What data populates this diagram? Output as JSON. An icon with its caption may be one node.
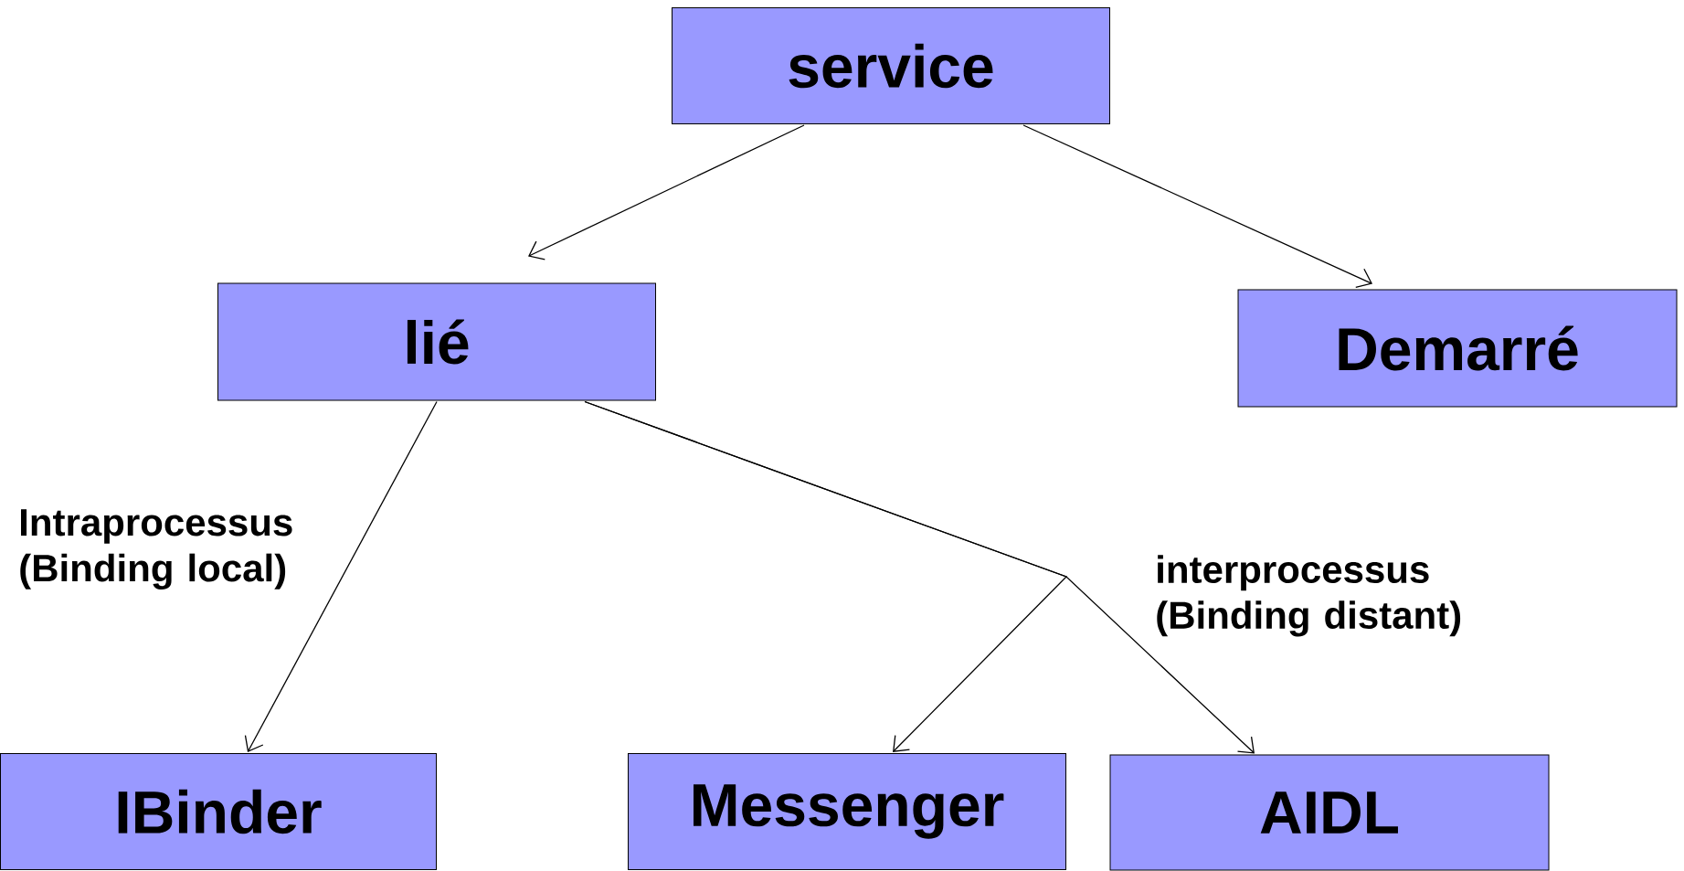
{
  "diagram": {
    "nodes": [
      {
        "text": [
          "service"
        ]
      },
      {
        "text": [
          "lié"
        ]
      },
      {
        "text": [
          "Demarré"
        ]
      },
      {
        "text": [
          "IBinder"
        ]
      },
      {
        "text": [
          "Messenger"
        ]
      },
      {
        "text": [
          "AIDL"
        ]
      }
    ],
    "edges": [
      {
        "from": 0,
        "to": 1,
        "arrow": "to"
      },
      {
        "from": 0,
        "to": 2,
        "arrow": "to"
      },
      {
        "from": 1,
        "to": 3,
        "arrow": "to",
        "label": "Intraprocessus (Binding local)"
      },
      {
        "from": 1,
        "to": 4,
        "arrow": "to"
      },
      {
        "from": 1,
        "to": 5,
        "arrow": "to",
        "label": "interprocessus (Binding distant)"
      }
    ]
  }
}
